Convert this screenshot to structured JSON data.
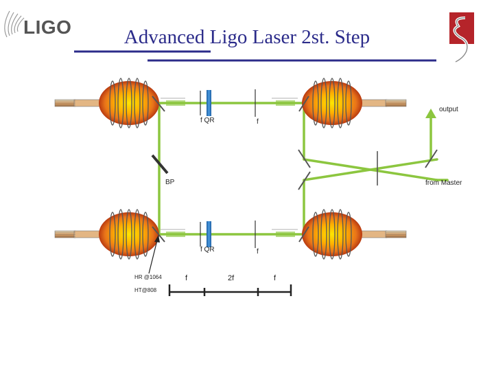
{
  "header": {
    "logo_text": "LIGO",
    "title": "Advanced Ligo Laser 2st. Step",
    "accent_color": "#2b2b8a",
    "seal_color": "#b5242a"
  },
  "diagram": {
    "labels": {
      "output": "output",
      "from_master": "from Master",
      "bp": "BP",
      "top_f_qr": "f  QR",
      "top_f": "f",
      "bottom_f_qr": "f  QR",
      "bottom_f": "f",
      "hr": "HR @1064",
      "ht": "HT@808",
      "scale_f_left": "f",
      "scale_2f": "2f",
      "scale_f_right": "f"
    },
    "colors": {
      "beam": "#8cc63f",
      "rod_outer": "#e8731a",
      "rod_inner": "#ffd400",
      "qr": "#2a78c0",
      "mirror": "#555555"
    }
  }
}
